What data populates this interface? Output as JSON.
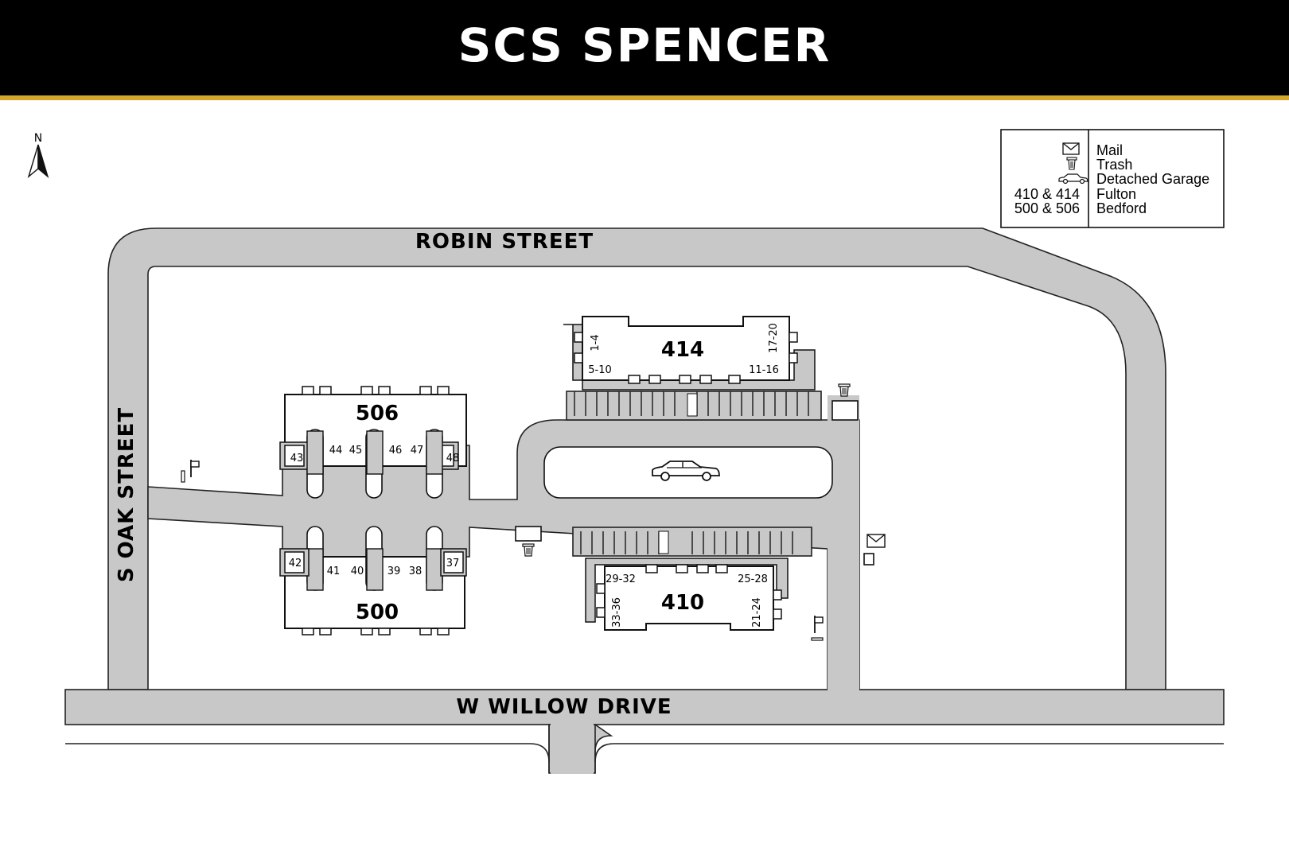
{
  "header": {
    "title": "SCS SPENCER",
    "accent": "#d4a72c"
  },
  "compass": {
    "label": "N"
  },
  "streets": {
    "north": "ROBIN STREET",
    "west": "S OAK STREET",
    "south": "W WILLOW DRIVE"
  },
  "legend": {
    "rows": [
      {
        "icon": "mail-icon",
        "key": "",
        "label": "Mail"
      },
      {
        "icon": "trash-icon",
        "key": "",
        "label": "Trash"
      },
      {
        "icon": "car-icon",
        "key": "",
        "label": "Detached Garage"
      },
      {
        "icon": "",
        "key": "410 & 414",
        "label": "Fulton"
      },
      {
        "icon": "",
        "key": "500 & 506",
        "label": "Bedford"
      }
    ]
  },
  "buildings": {
    "b414": {
      "number": "414",
      "units": [
        "1-4",
        "5-10",
        "11-16",
        "17-20"
      ]
    },
    "b410": {
      "number": "410",
      "units": [
        "29-32",
        "25-28",
        "33-36",
        "21-24"
      ]
    },
    "b506": {
      "number": "506",
      "units": [
        "43",
        "44",
        "45",
        "46",
        "47",
        "48"
      ]
    },
    "b500": {
      "number": "500",
      "units": [
        "42",
        "41",
        "40",
        "39",
        "38",
        "37"
      ]
    }
  },
  "colors": {
    "road": "#c8c8c8",
    "outline": "#111111",
    "header_bg": "#000000"
  }
}
